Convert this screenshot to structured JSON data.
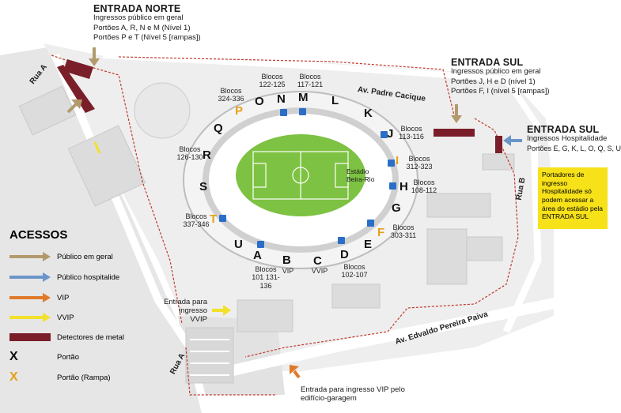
{
  "entrada_norte": {
    "title": "ENTRADA NORTE",
    "line1": "Ingressos público em geral",
    "line2": "Portões A, R, N e M (Nível 1)",
    "line3": "Portões P e T (Nível 5 [rampas])"
  },
  "entrada_sul_1": {
    "title": "ENTRADA SUL",
    "line1": "Ingressos público em geral",
    "line2": "Portões J, H e D (nível 1)",
    "line3": "Portões F, I (nível 5 [rampas])"
  },
  "entrada_sul_2": {
    "title": "ENTRADA SUL",
    "line1": "Ingressos Hospitalidade",
    "line2": "Portões E, G, K, L, O, Q, S, U"
  },
  "roads": {
    "rua_a_top": "Rua A",
    "padre_cacique": "Av. Padre Cacique",
    "rua_b": "Rua B",
    "edvaldo": "Av. Edvaldo Pereira Paiva",
    "rua_a_bottom": "Rua A"
  },
  "stadium": {
    "name": "Estádio Beira-Rio"
  },
  "blocks": {
    "b122": "Blocos 122-125",
    "b117": "Blocos 117-121",
    "b324": "Blocos 324-336",
    "b126": "Blocos 126-130",
    "b337": "Blocos 337-346",
    "b113": "Blocos 113-116",
    "b312": "Blocos 312-323",
    "b108": "Blocos 108-112",
    "b303": "Blocos 303-311",
    "b101": "Blocos 101 131-136",
    "vip": "VIP",
    "vvip": "VVIP",
    "b102": "Blocos 102-107"
  },
  "gates": {
    "O": "O",
    "N": "N",
    "M": "M",
    "L": "L",
    "K": "K",
    "P": "P",
    "Q": "Q",
    "J": "J",
    "R": "R",
    "I": "I",
    "S": "S",
    "H": "H",
    "T": "T",
    "G": "G",
    "U": "U",
    "F": "F",
    "A": "A",
    "B": "B",
    "C": "C",
    "D": "D",
    "E": "E"
  },
  "callouts": {
    "vvip_entry": "Entrada para ingresso VVIP",
    "vip_entry": "Entrada para ingresso VIP pelo edifício-garagem"
  },
  "note": "Portadores de ingresso Hospitalidade só podem acessar a área do estádio pela ENTRADA SUL",
  "legend": {
    "title": "ACESSOS",
    "items": [
      {
        "label": "Público em geral",
        "color": "#b39a6c"
      },
      {
        "label": "Público hospitalide",
        "color": "#6b95c9"
      },
      {
        "label": "VIP",
        "color": "#e07a2a"
      },
      {
        "label": "VVIP",
        "color": "#f2e12b"
      },
      {
        "label": "Detectores de metal",
        "color": "#7a1e2a"
      }
    ],
    "gate_symbol": "X",
    "gate_label": "Portão",
    "ramp_symbol": "X",
    "ramp_label": "Portão (Rampa)"
  },
  "colors": {
    "field": "#7dc242",
    "building": "#e3e3e3",
    "detector": "#7a1e2a",
    "route": "#c0392b",
    "ramp_gate": "#e4a11b"
  }
}
